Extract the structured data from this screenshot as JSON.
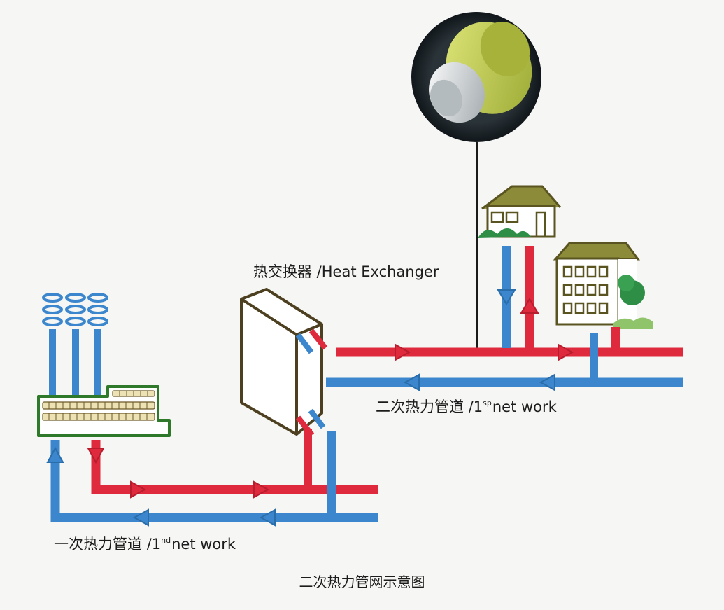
{
  "labels": {
    "heat_exchanger": "热交换器 /Heat Exchanger",
    "secondary_network": {
      "text": "二次热力管道 /1",
      "sup": "sp",
      "suffix": "net work"
    },
    "primary_network": {
      "text": "一次热力管道 /1",
      "sup": "nd",
      "suffix": "net work"
    },
    "caption": "二次热力管网示意图"
  },
  "colors": {
    "supply_pipe": "#de2a3c",
    "return_pipe": "#3b86cc",
    "outline_green": "#2f7a2a",
    "outline_brown": "#4d4020",
    "insulation": "#c6d24e",
    "core_pipe": "#d8dcdf",
    "ring": "#1c2428"
  }
}
